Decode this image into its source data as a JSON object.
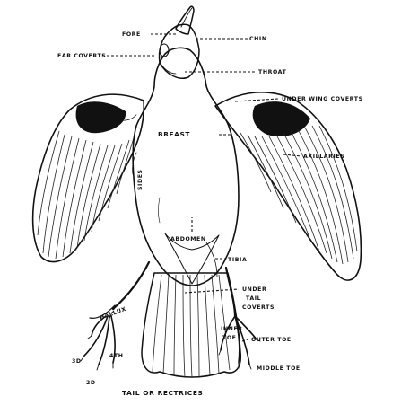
{
  "labels": {
    "forehead": "FORE",
    "chin": "CHIN",
    "ear_coverts": "EAR COVERTS",
    "throat": "THROAT",
    "under_wing_coverts": "UNDER WING COVERTS",
    "breast": "BREAST",
    "sides": "SIDES",
    "axillaries": "AXILLARIES",
    "abdomen": "ABDOMEN",
    "tibia": "TIBIA",
    "under_tail_coverts": [
      "UNDER",
      "TAIL",
      "COVERTS"
    ],
    "hallux": "HALLUX",
    "inner_toe": [
      "INNER",
      "TOE"
    ],
    "outer_toe": "OUTER TOE",
    "middle_toe": "MIDDLE TOE",
    "tail": "TAIL OR RECTRICES",
    "toe_num_left_a": "3D",
    "toe_num_left_b": "4TH",
    "toe_num_left_c": "2D"
  }
}
